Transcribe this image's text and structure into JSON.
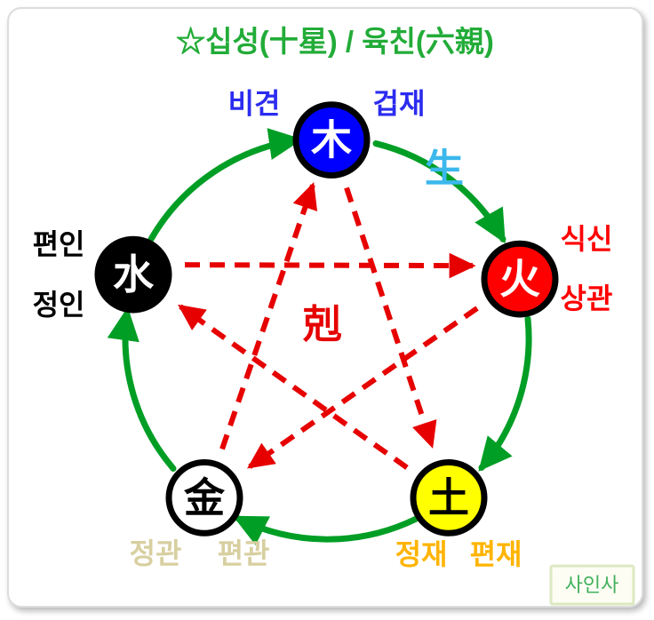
{
  "title": "☆십성(十星) / 육친(六親)",
  "cycle_labels": {
    "generation": "生",
    "destruction": "剋"
  },
  "colors": {
    "title": "#22AC38",
    "arrow_green": "#009E25",
    "arrow_red": "#E60000",
    "generation_label": "#3BB8EC",
    "destruction_label": "#E60000",
    "wood_fill": "#0000FF",
    "fire_fill": "#FF0000",
    "earth_fill": "#FFFF00",
    "metal_fill": "#FFFFFF",
    "water_fill": "#000000",
    "wood_label": "#2B2BF0",
    "fire_label": "#FF0000",
    "earth_label": "#FFB400",
    "metal_label": "#D8CFA0",
    "water_label": "#000000",
    "watermark_text": "#41B05C",
    "watermark_border": "#DCE9C0",
    "watermark_bg": "#FDFDF4"
  },
  "elements": [
    {
      "name": "wood",
      "char": "木",
      "char_color": "#FFFFFF",
      "labels": [
        "비견",
        "겁재"
      ]
    },
    {
      "name": "fire",
      "char": "火",
      "char_color": "#FFFFFF",
      "labels": [
        "식신",
        "상관"
      ]
    },
    {
      "name": "earth",
      "char": "土",
      "char_color": "#000000",
      "labels": [
        "정재",
        "편재"
      ]
    },
    {
      "name": "metal",
      "char": "金",
      "char_color": "#000000",
      "labels": [
        "정관",
        "편관"
      ]
    },
    {
      "name": "water",
      "char": "水",
      "char_color": "#FFFFFF",
      "labels": [
        "편인",
        "정인"
      ]
    }
  ],
  "watermark": "사인사"
}
